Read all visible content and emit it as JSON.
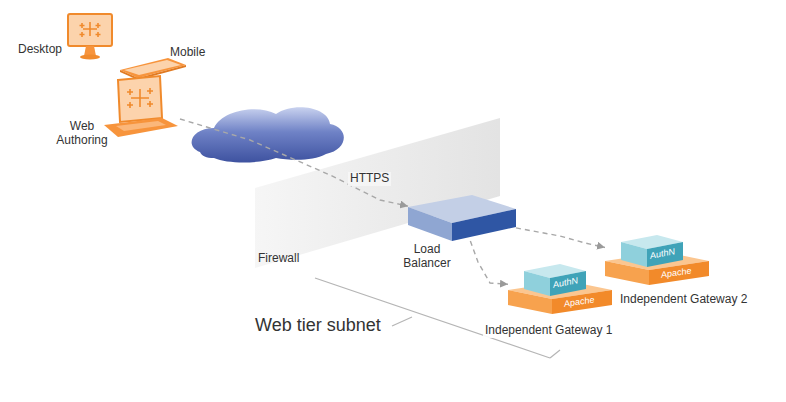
{
  "diagram": {
    "nodes": [
      {
        "text": [
          "Desktop"
        ]
      },
      {
        "text": [
          "Mobile"
        ]
      },
      {
        "text": [
          "Web Authoring"
        ]
      },
      {
        "text": [
          "Load Balancer"
        ]
      },
      {
        "text": [
          "Independent Gateway 1"
        ]
      },
      {
        "text": [
          "AuthN"
        ],
        "in": 4
      },
      {
        "text": [
          "Apache"
        ],
        "in": 4
      },
      {
        "text": [
          "Independent Gateway 2"
        ]
      },
      {
        "text": [
          "AuthN"
        ],
        "in": 7
      },
      {
        "text": [
          "Apache"
        ],
        "in": 7
      }
    ],
    "edges": [
      {
        "from": 2,
        "to": 3,
        "label": "HTTPS",
        "arrow": "to"
      },
      {
        "from": 3,
        "to": 4,
        "arrow": "to"
      },
      {
        "from": 3,
        "to": 7,
        "arrow": "to"
      }
    ],
    "labels": [
      "Firewall",
      "Web tier subnet"
    ]
  }
}
